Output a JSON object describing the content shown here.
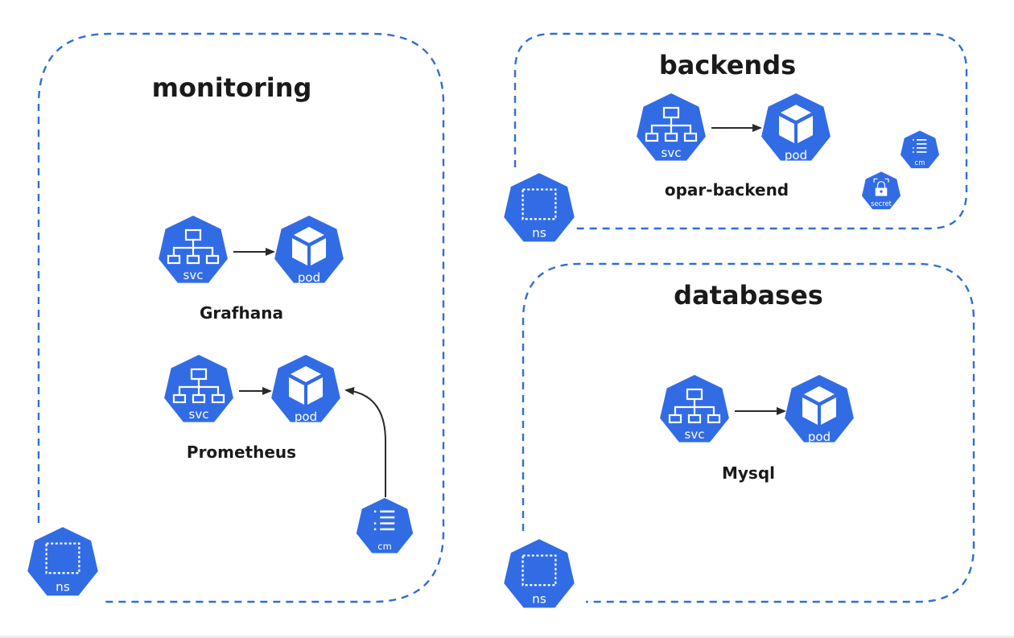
{
  "colors": {
    "k8s_blue": "#326ce5",
    "border_dash": "#2f6fd3",
    "text": "#1a1a1a",
    "arrow": "#2a2a2a"
  },
  "icon_labels": {
    "svc": "svc",
    "pod": "pod",
    "ns": "ns",
    "cm": "cm",
    "secret": "secret"
  },
  "namespaces": {
    "monitoring": {
      "title": "monitoring",
      "apps": [
        {
          "label": "Grafhana"
        },
        {
          "label": "Prometheus"
        }
      ]
    },
    "backends": {
      "title": "backends",
      "apps": [
        {
          "label": "opar-backend"
        }
      ]
    },
    "databases": {
      "title": "databases",
      "apps": [
        {
          "label": "Mysql"
        }
      ]
    }
  }
}
